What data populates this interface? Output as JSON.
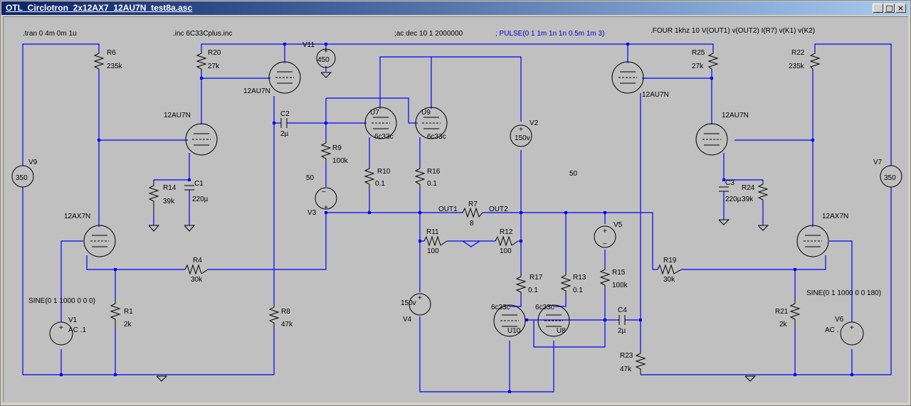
{
  "window": {
    "title": "OTL_Circlotron_2x12AX7_12AU7N_test8a.asc",
    "buttons": {
      "minimize": "_",
      "maximize": "□",
      "close": "×"
    }
  },
  "directives": {
    "tran": ".tran 0 4m 0m 1u",
    "inc": ".inc 6C33Cplus.inc",
    "ac": ";ac dec 10 1 2000000",
    "pulse": "; PULSE(0 1 1m 1n 1n 0.5m 1m 3)",
    "four": ".FOUR 1khz 10  V(OUT1) v(OUT2)  I(R7) v(K1) v(K2)"
  },
  "components": {
    "R6": {
      "ref": "R6",
      "value": "235k"
    },
    "R20": {
      "ref": "R20",
      "value": "27k"
    },
    "V11": {
      "ref": "V11",
      "value": "450"
    },
    "R25": {
      "ref": "R25",
      "value": "27k"
    },
    "R22": {
      "ref": "R22",
      "value": "235k"
    },
    "T1": {
      "value": "12AU7N"
    },
    "T2": {
      "value": "12AU7N"
    },
    "T3": {
      "value": "12AU7N"
    },
    "T4": {
      "value": "12AU7N"
    },
    "T5": {
      "value": "12AX7N"
    },
    "T6": {
      "value": "12AX7N"
    },
    "C2": {
      "ref": "C2",
      "value": "2µ"
    },
    "U7": {
      "ref": "U7",
      "value": "6c33c"
    },
    "U9": {
      "ref": "U9",
      "value": "6c33c"
    },
    "U10": {
      "ref": "U10",
      "value": "6c33c"
    },
    "U8": {
      "ref": "U8",
      "value": "6c33c"
    },
    "V2": {
      "ref": "V2",
      "value": "150v"
    },
    "V9": {
      "ref": "V9",
      "value": "350"
    },
    "V7": {
      "ref": "V7",
      "value": "350"
    },
    "R9": {
      "ref": "R9",
      "value": "100k"
    },
    "R10": {
      "ref": "R10",
      "value": "0.1"
    },
    "R16": {
      "ref": "R16",
      "value": "0.1"
    },
    "R14": {
      "ref": "R14",
      "value": "39k"
    },
    "C1": {
      "ref": "C1",
      "value": "220µ"
    },
    "C3": {
      "ref": "C3",
      "value": "220µ"
    },
    "R24": {
      "ref": "R24",
      "value": "39k"
    },
    "V3": {
      "ref": "V3",
      "value": "50"
    },
    "V5": {
      "ref": "V5",
      "value": "50"
    },
    "R7": {
      "ref": "R7",
      "value": "8"
    },
    "R11": {
      "ref": "R11",
      "value": "100"
    },
    "R12": {
      "ref": "R12",
      "value": "100"
    },
    "R4": {
      "ref": "R4",
      "value": "30k"
    },
    "R19": {
      "ref": "R19",
      "value": "30k"
    },
    "R17": {
      "ref": "R17",
      "value": "0.1"
    },
    "R13": {
      "ref": "R13",
      "value": "0.1"
    },
    "R15": {
      "ref": "R15",
      "value": "100k"
    },
    "C4": {
      "ref": "C4",
      "value": "2µ"
    },
    "R1": {
      "ref": "R1",
      "value": "2k"
    },
    "R8": {
      "ref": "R8",
      "value": "47k"
    },
    "R21": {
      "ref": "R21",
      "value": "2k"
    },
    "R23": {
      "ref": "R23",
      "value": "47k"
    },
    "V4": {
      "ref": "V4",
      "value": "150v"
    },
    "V1": {
      "ref": "V1",
      "value": "AC .1",
      "spec": "SINE(0 1 1000 0 0 0)"
    },
    "V6": {
      "ref": "V6",
      "value": "AC .",
      "spec": "SINE(0 1 1000 0 0 180)"
    }
  },
  "nets": {
    "out1": "OUT1",
    "out2": "OUT2"
  }
}
